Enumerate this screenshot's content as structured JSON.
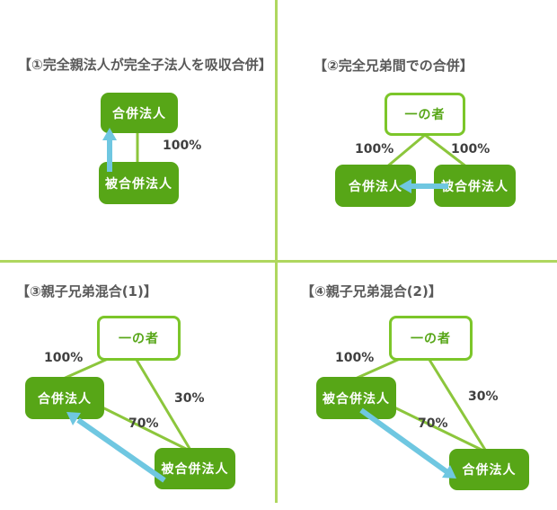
{
  "colors": {
    "entity_box_green": "#57A617",
    "parent_box_border_green": "#7CC62A",
    "ownership_line_green": "#8CC63C",
    "divider_green": "#AFD75F",
    "merger_arrow_cyan": "#6FC7E1",
    "title_gray": "#595959",
    "percent_label_gray": "#3F3F3F",
    "box_text_white": "#ffffff"
  },
  "quadrants": {
    "q1": {
      "title": "【①完全親法人が完全子法人を吸収合併】",
      "box_top": "合併法人",
      "box_bottom": "被合併法人",
      "pct": "100%"
    },
    "q2": {
      "title": "【②完全兄弟間での合併】",
      "parent": "一の者",
      "box_left": "合併法人",
      "box_right": "被合併法人",
      "pct_left": "100%",
      "pct_right": "100%"
    },
    "q3": {
      "title": "【③親子兄弟混合(1)】",
      "parent": "一の者",
      "box_left": "合併法人",
      "box_bottom": "被合併法人",
      "pct_parent_left": "100%",
      "pct_parent_bottom": "30%",
      "pct_between": "70%"
    },
    "q4": {
      "title": "【④親子兄弟混合(2)】",
      "parent": "一の者",
      "box_left": "被合併法人",
      "box_bottom": "合併法人",
      "pct_parent_left": "100%",
      "pct_parent_bottom": "30%",
      "pct_between": "70%"
    }
  }
}
